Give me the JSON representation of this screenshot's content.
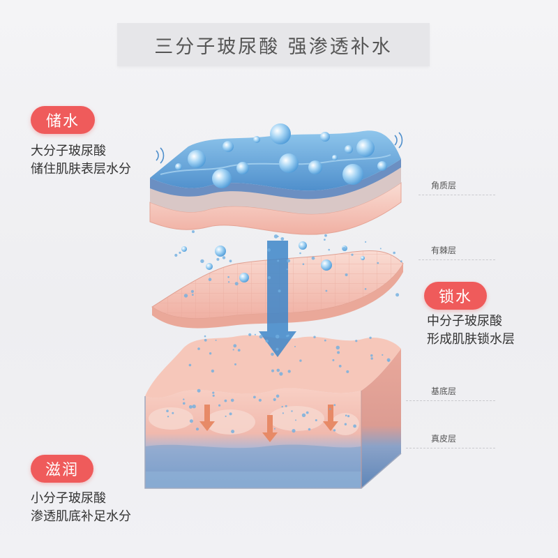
{
  "title": "三分子玻尿酸 强渗透补水",
  "sections": [
    {
      "badge": "储水",
      "lines": [
        "大分子玻尿酸",
        "储住肌肤表层水分"
      ]
    },
    {
      "badge": "锁水",
      "lines": [
        "中分子玻尿酸",
        "形成肌肤锁水层"
      ]
    },
    {
      "badge": "滋润",
      "lines": [
        "小分子玻尿酸",
        "渗透肌底补足水分"
      ]
    }
  ],
  "layer_labels": [
    "角质层",
    "有棘层",
    "基底层",
    "真皮层"
  ],
  "colors": {
    "badge": "#ef5b5b",
    "skin_pink": "#f3b2a6",
    "water_blue": "#6faee0",
    "dermis_blue": "#7c9ec8",
    "arrow_blue": "#3d86c9",
    "arrow_orange": "#e78a67"
  }
}
